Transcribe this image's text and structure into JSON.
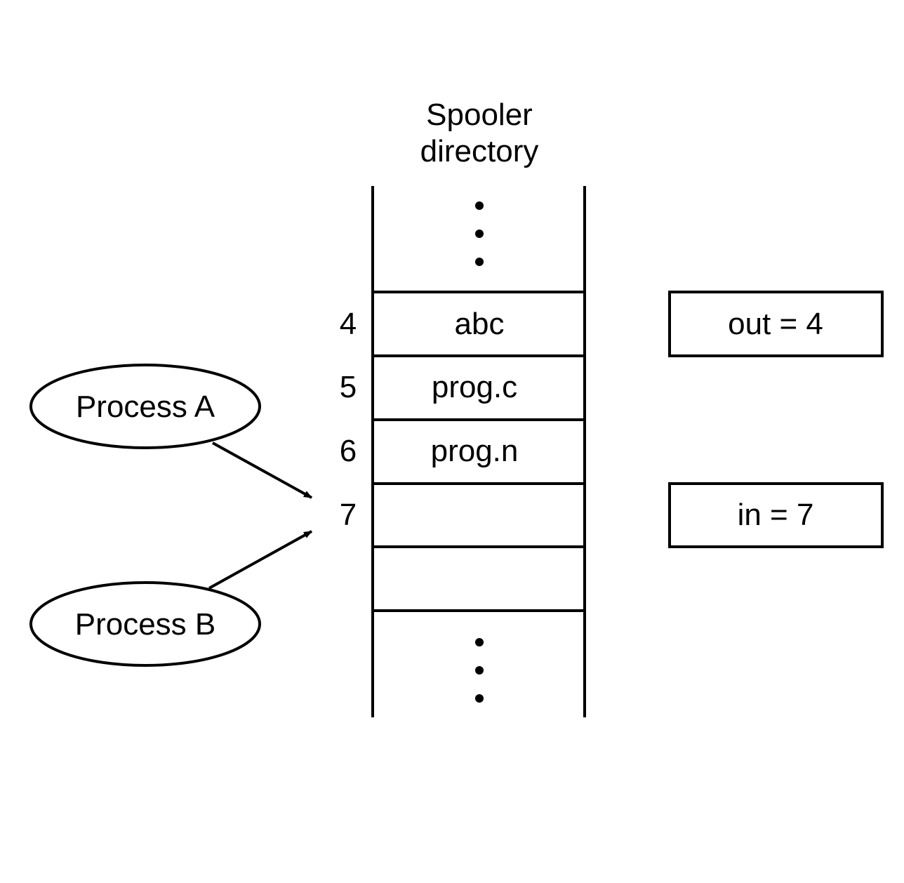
{
  "spooler": {
    "title_line1": "Spooler",
    "title_line2": "directory",
    "slots": [
      {
        "index": "4",
        "content": "abc"
      },
      {
        "index": "5",
        "content": "prog.c"
      },
      {
        "index": "6",
        "content": "prog.n"
      },
      {
        "index": "7",
        "content": ""
      },
      {
        "index": "",
        "content": ""
      }
    ]
  },
  "pointers": {
    "out_label": "out = 4",
    "in_label": "in = 7"
  },
  "processes": {
    "a_label": "Process A",
    "b_label": "Process B"
  },
  "colors": {
    "stroke": "#000000",
    "background": "#ffffff"
  }
}
